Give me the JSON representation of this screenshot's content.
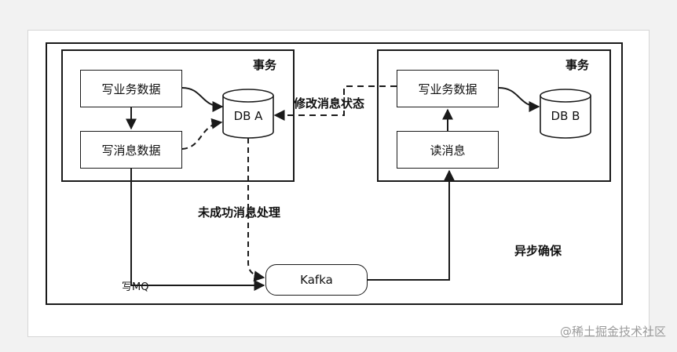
{
  "transaction_left": {
    "title": "事务"
  },
  "transaction_right": {
    "title": "事务"
  },
  "nodes": {
    "write_business_data_left": "写业务数据",
    "write_message_data": "写消息数据",
    "db_a": "DB A",
    "write_business_data_right": "写业务数据",
    "read_message": "读消息",
    "db_b": "DB B",
    "kafka": "Kafka"
  },
  "edges": {
    "modify_message_status": "修改消息状态",
    "unsuccessful_message_handling": "未成功消息处理",
    "write_mq": "写MQ"
  },
  "annotation": "异步确保",
  "watermark": "@稀土掘金技术社区"
}
